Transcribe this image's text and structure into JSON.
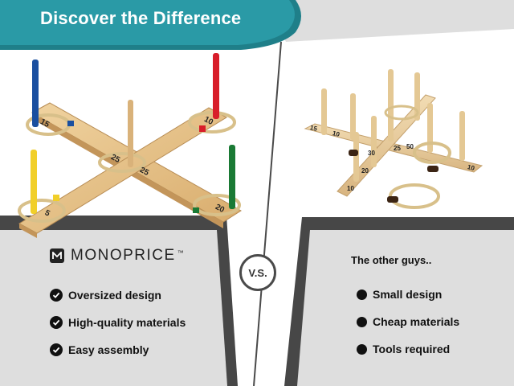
{
  "header": {
    "title": "Discover the Difference",
    "banner_color": "#2a9aa6",
    "banner_shade_color": "#1f7f89"
  },
  "divider": {
    "vs_label": "V.S."
  },
  "left_panel": {
    "brand_name": "MONOPRICE",
    "brand_trademark": "™",
    "brand_logo_icon": "monoprice-m-logo",
    "features": [
      {
        "icon": "check-circle-icon",
        "label": "Oversized design"
      },
      {
        "icon": "check-circle-icon",
        "label": "High-quality materials"
      },
      {
        "icon": "check-circle-icon",
        "label": "Easy assembly"
      }
    ],
    "product_image": {
      "ring_numbers": [
        "15",
        "10",
        "25",
        "25",
        "5",
        "20"
      ],
      "peg_colors": [
        "#1a4fa0",
        "#d81e2a",
        "#f1cf2a",
        "#1a7a35",
        "#d9b27a"
      ]
    }
  },
  "right_panel": {
    "heading": "The other guys..",
    "features": [
      {
        "icon": "bullet-dot-icon",
        "label": "Small design"
      },
      {
        "icon": "bullet-dot-icon",
        "label": "Cheap materials"
      },
      {
        "icon": "bullet-dot-icon",
        "label": "Tools required"
      }
    ],
    "product_image": {
      "ring_numbers": [
        "15",
        "10",
        "30",
        "20",
        "10",
        "25",
        "50",
        "10"
      ]
    }
  },
  "colors": {
    "panel_gray": "#dedede",
    "panel_dark": "#474747",
    "wood": "#e7c58f",
    "wood_dark": "#c99a5c",
    "rope": "#d8c08a"
  }
}
